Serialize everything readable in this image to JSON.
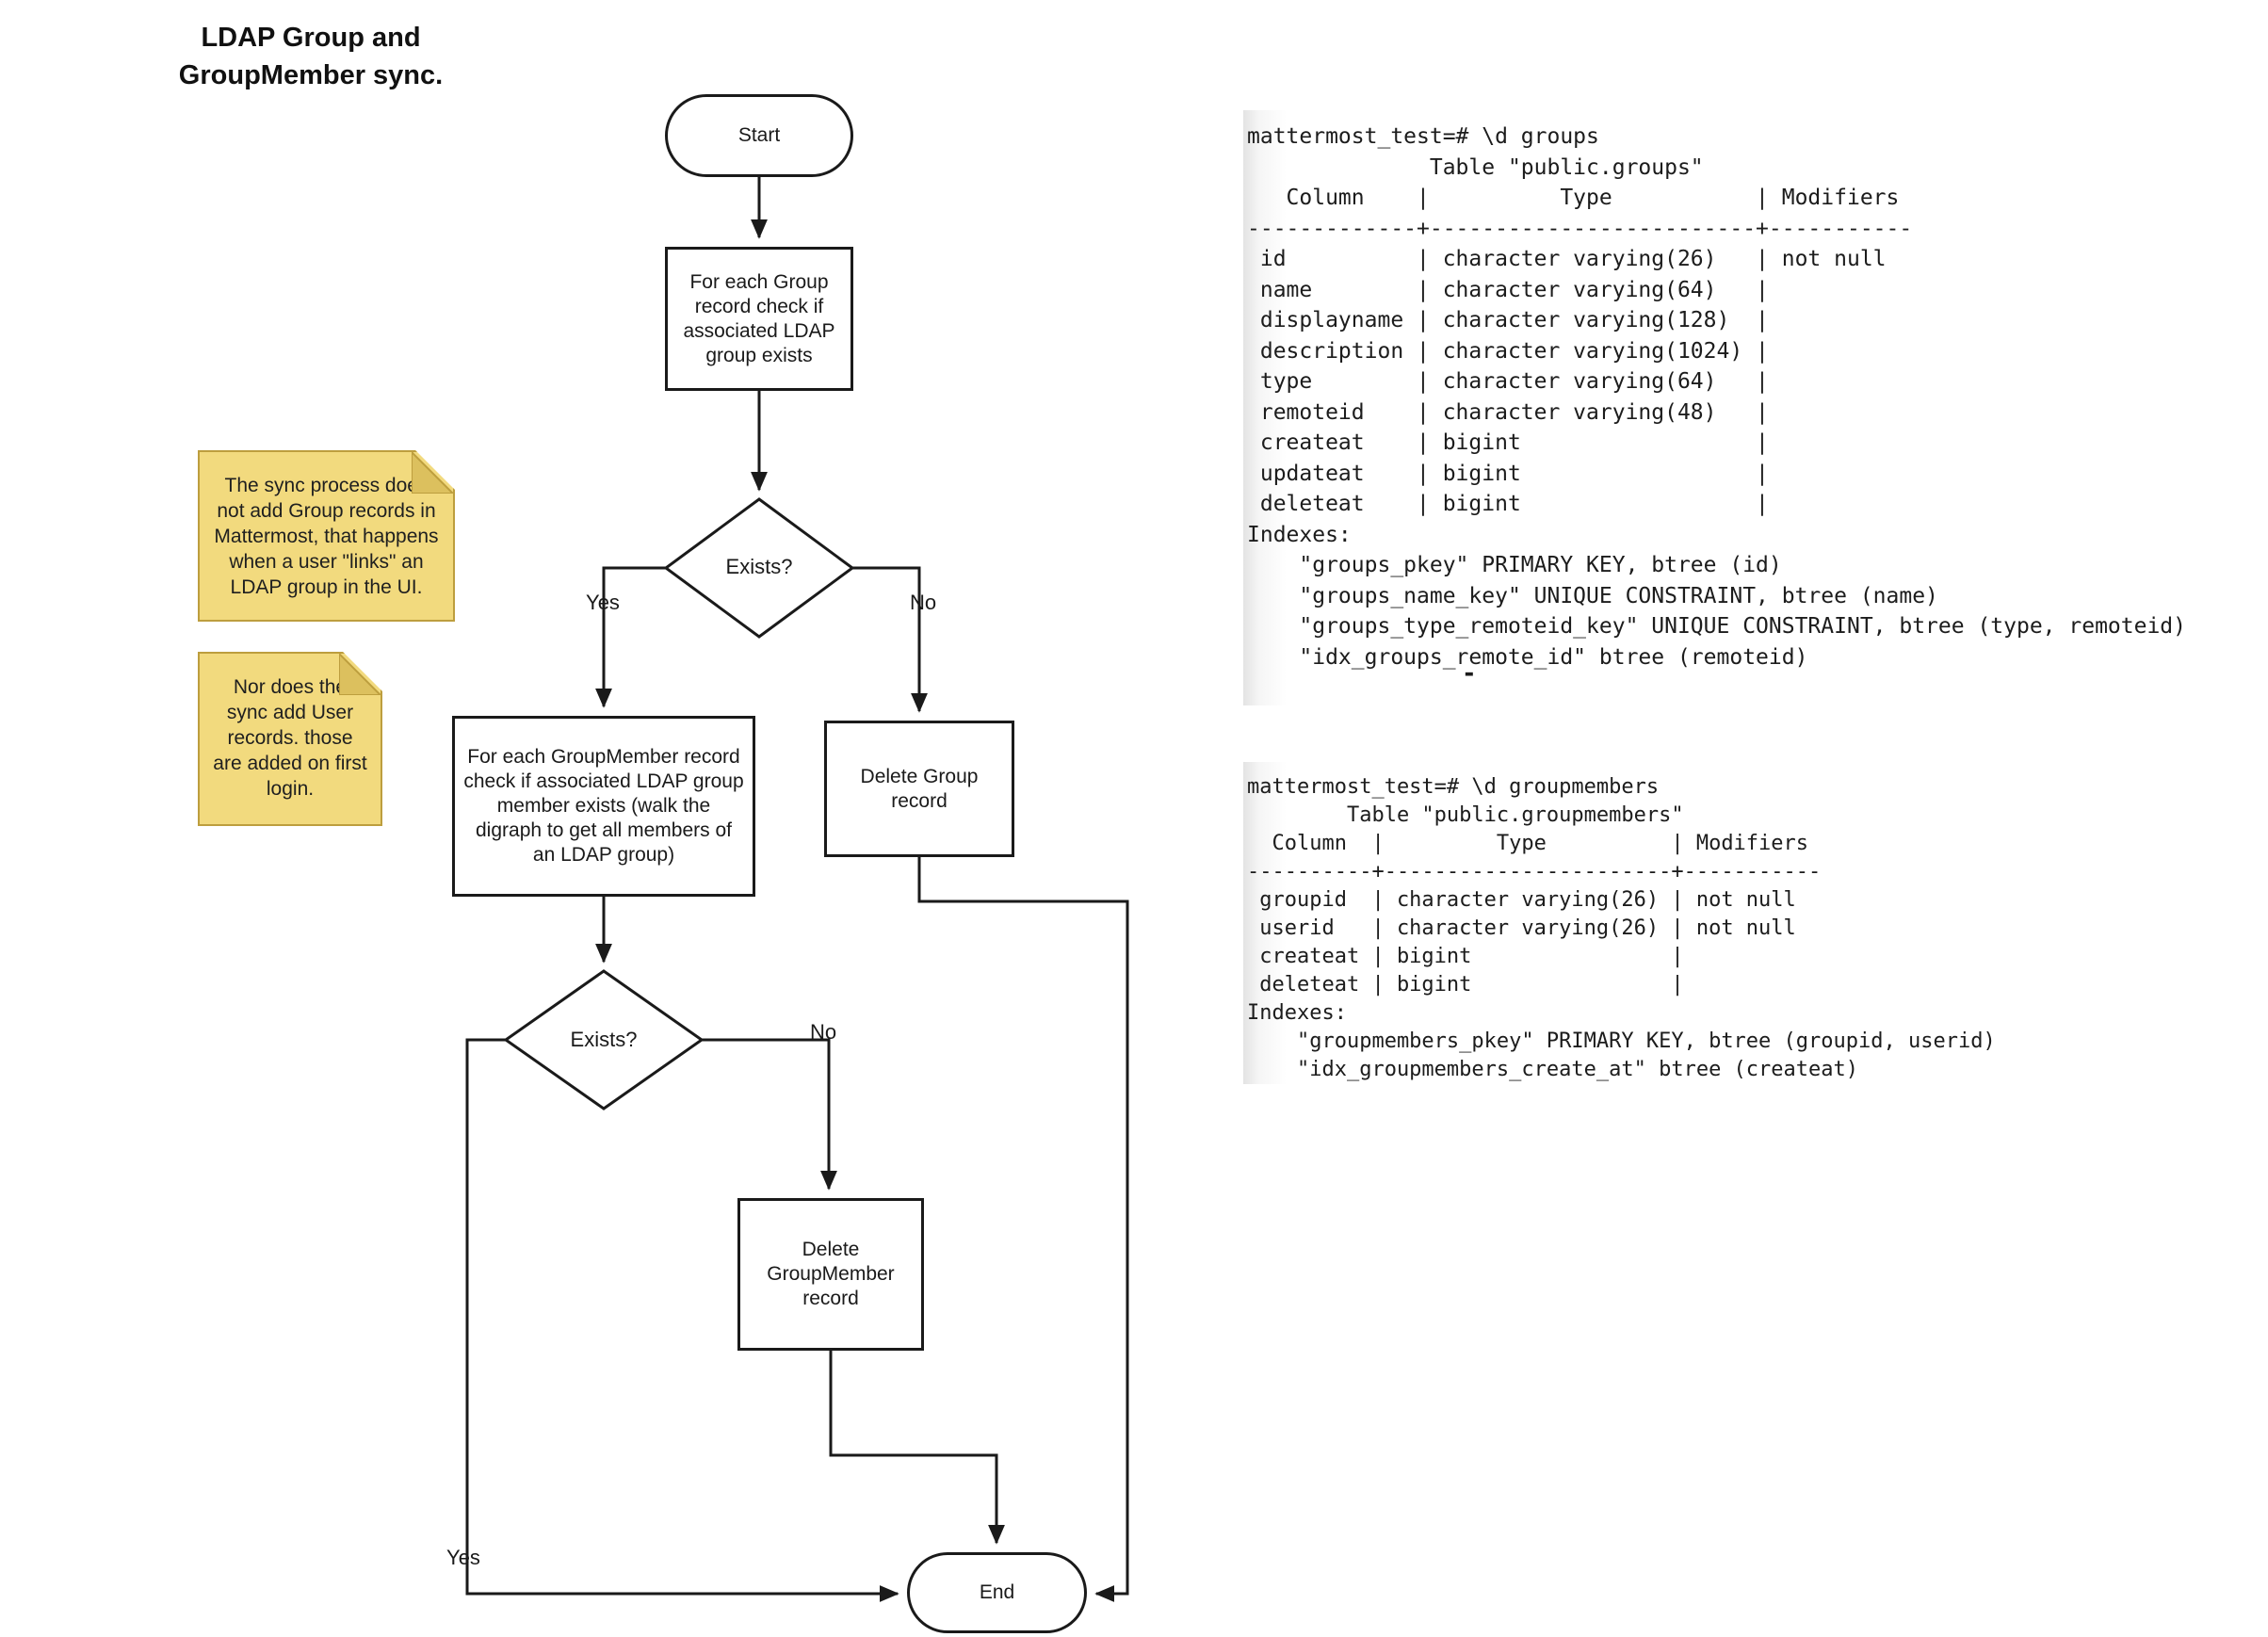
{
  "page": {
    "title_line1": "LDAP Group and",
    "title_line2": "GroupMember sync."
  },
  "flowchart": {
    "start_label": "Start",
    "check_group_text": "For each Group record check if associated LDAP group exists",
    "decision1_label": "Exists?",
    "yes1": "Yes",
    "no1": "No",
    "check_groupmember_text": "For each GroupMember record check if associated LDAP group member exists (walk the digraph to get all members of an LDAP group)",
    "delete_group_text": "Delete Group record",
    "decision2_label": "Exists?",
    "yes2": "Yes",
    "no2": "No",
    "delete_groupmember_text": "Delete GroupMember record",
    "end_label": "End"
  },
  "notes": {
    "note_group": "The sync process does not add Group records in Mattermost, that happens when a user \"links\" an LDAP group in the UI.",
    "note_user": "Nor does the sync add User records. those are added on first login."
  },
  "terminals": {
    "groups": {
      "lines": [
        "mattermost_test=# \\d groups",
        "              Table \"public.groups\"",
        "   Column    |          Type           | Modifiers",
        "-------------+-------------------------+-----------",
        " id          | character varying(26)   | not null",
        " name        | character varying(64)   | ",
        " displayname | character varying(128)  | ",
        " description | character varying(1024) | ",
        " type        | character varying(64)   | ",
        " remoteid    | character varying(48)   | ",
        " createat    | bigint                  | ",
        " updateat    | bigint                  | ",
        " deleteat    | bigint                  | ",
        "Indexes:",
        "    \"groups_pkey\" PRIMARY KEY, btree (id)",
        "    \"groups_name_key\" UNIQUE CONSTRAINT, btree (name)",
        "    \"groups_type_remoteid_key\" UNIQUE CONSTRAINT, btree (type, remoteid)",
        "    \"idx_groups_remote_id\" btree (remoteid)"
      ],
      "cursor": "-"
    },
    "groupmembers": {
      "lines": [
        "mattermost_test=# \\d groupmembers",
        "        Table \"public.groupmembers\"",
        "  Column  |         Type          | Modifiers",
        "----------+-----------------------+-----------",
        " groupid  | character varying(26) | not null",
        " userid   | character varying(26) | not null",
        " createat | bigint                | ",
        " deleteat | bigint                | ",
        "Indexes:",
        "    \"groupmembers_pkey\" PRIMARY KEY, btree (groupid, userid)",
        "    \"idx_groupmembers_create_at\" btree (createat)"
      ]
    }
  },
  "colors": {
    "line": "#1a1a1a",
    "note_fill": "#f2da7e",
    "note_border": "#bd9e3e",
    "note_fold": "#dcc05e"
  }
}
